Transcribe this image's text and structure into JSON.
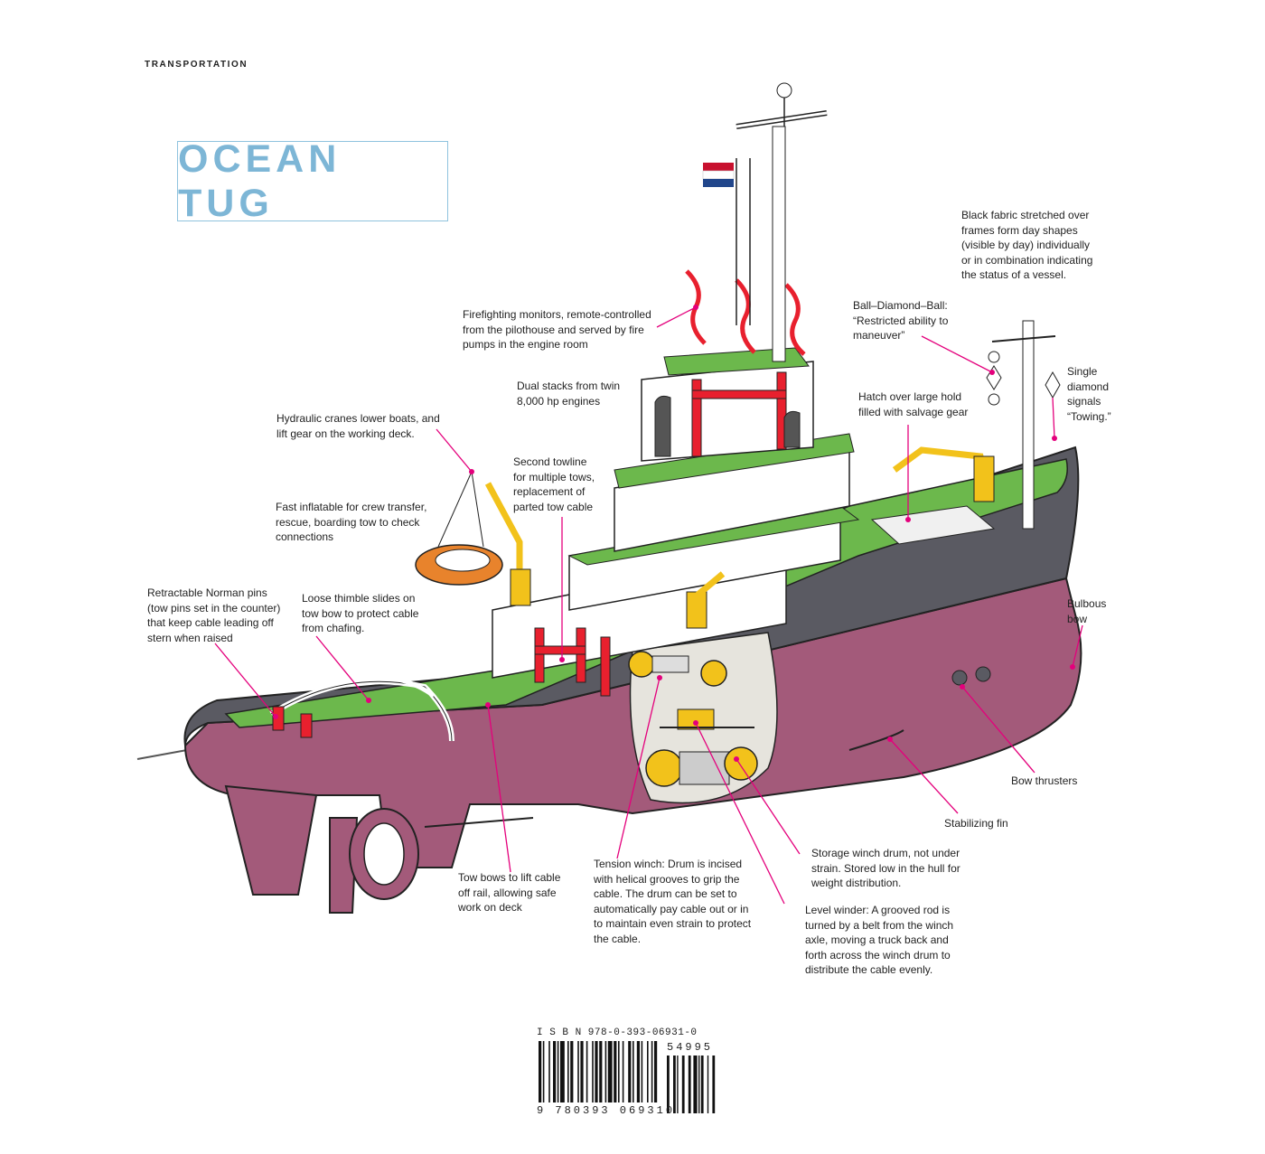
{
  "header": {
    "section": "TRANSPORTATION"
  },
  "title": "OCEAN TUG",
  "callouts": {
    "day_shapes": "Black fabric stretched over\nframes form day shapes\n(visible by day) individually\nor in combination indicating\nthe status of a vessel.",
    "ball_diamond_ball": "Ball–Diamond–Ball:\n“Restricted ability to\nmaneuver”",
    "single_diamond": "Single\ndiamond\nsignals\n“Towing.”",
    "firefighting": "Firefighting monitors, remote-controlled\nfrom the pilothouse and served by fire\npumps in the engine room",
    "dual_stacks": "Dual stacks from twin\n8,000 hp engines",
    "hatch": "Hatch over large hold\nfilled with salvage gear",
    "hydraulic_cranes": "Hydraulic cranes lower boats, and\nlift gear on the working deck.",
    "second_towline": "Second towline\nfor multiple tows,\nreplacement of\nparted tow cable",
    "inflatable": "Fast inflatable for crew transfer,\nrescue, boarding tow to check\nconnections",
    "norman_pins": "Retractable Norman pins\n(tow pins set in the counter)\nthat keep cable leading off\nstern when raised",
    "thimble": "Loose thimble slides on\ntow bow to protect cable\nfrom chafing.",
    "bulbous_bow": "Bulbous\nbow",
    "bow_thrusters": "Bow thrusters",
    "stabilizing_fin": "Stabilizing fin",
    "storage_winch": "Storage winch drum, not under\nstrain. Stored low in the hull for\nweight distribution.",
    "tension_winch": "Tension winch: Drum is incised\nwith helical grooves to grip the\ncable. The drum can be set to\nautomatically pay cable out or in\nto maintain even strain to protect\nthe cable.",
    "level_winder": "Level winder: A grooved rod is\nturned by a belt from the winch\naxle, moving a truck back and\nforth across the winch drum to\ndistribute the cable evenly.",
    "tow_bows": "Tow bows to lift cable\noff rail, allowing safe\nwork on deck"
  },
  "barcode": {
    "isbn": "I S B N   978-0-393-06931-0",
    "digits": "9 780393 069310",
    "price": "54995"
  },
  "colors": {
    "title_blue": "#7db6d6",
    "leader_magenta": "#e4007c",
    "hull_upper": "#5a5a62",
    "hull_lower": "#a35a7a",
    "deck_green": "#6cb84c",
    "accent_red": "#e8202e",
    "crane_yellow": "#f2c21b",
    "boat_orange": "#e8832c"
  }
}
